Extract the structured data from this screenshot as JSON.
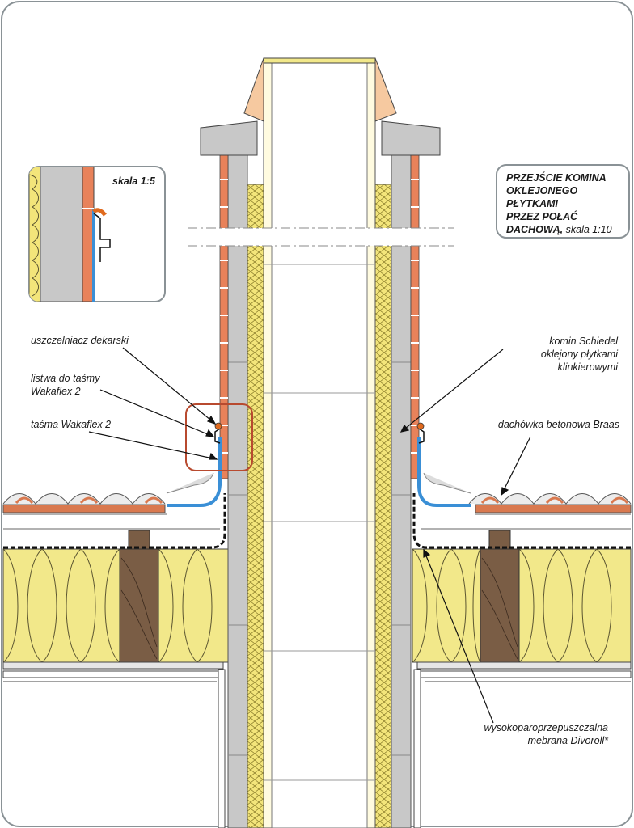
{
  "title": {
    "line1": "PRZEJŚCIE KOMINA",
    "line2": "OKLEJONEGO",
    "line3": "PŁYTKAMI",
    "line4": "PRZEZ POŁAĆ",
    "line5_bold": "DACHOWĄ,",
    "line5_rest": " skala 1:10"
  },
  "inset": {
    "scale_label": "skala 1:5"
  },
  "labels": {
    "sealant": "uszczelniacz dekarski",
    "batten_line1": "listwa do taśmy",
    "batten_line2": "Wakaflex 2",
    "tape": "taśma Wakaflex 2",
    "chimney_line1": "komin Schiedel",
    "chimney_line2": "oklejony płytkami",
    "chimney_line3": "klinkierowymi",
    "tile": "dachówka betonowa Braas",
    "membrane_line1": "wysokoparoprzepuszczalna",
    "membrane_line2": "mebrana Divoroll*"
  },
  "colors": {
    "frame": "#8a9296",
    "brick": "#e8825a",
    "masonry": "#c8c8c8",
    "insulation": "#f2e88a",
    "flue": "#fffbe0",
    "flashing": "#3a8fd6",
    "timber": "#7a5d45",
    "highlight": "#b84a2f"
  }
}
